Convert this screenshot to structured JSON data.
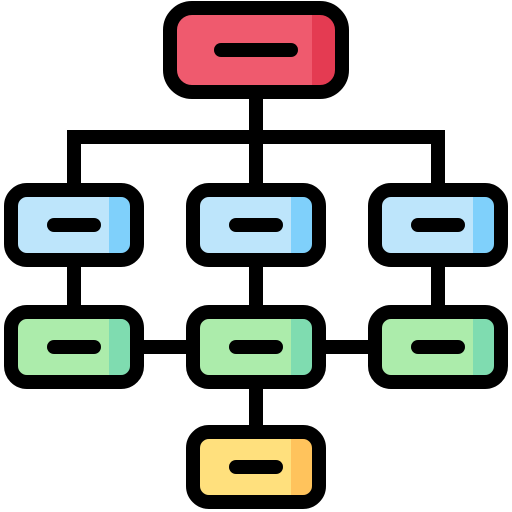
{
  "icon": {
    "name": "org-chart-icon",
    "stroke_color": "#000000",
    "colors": {
      "red": {
        "fill": "#ef5a6e",
        "shade": "#e43b52"
      },
      "blue": {
        "fill": "#bde5fb",
        "shade": "#7fd0fb"
      },
      "green": {
        "fill": "#acecab",
        "shade": "#7fdcb0"
      },
      "yellow": {
        "fill": "#ffe07d",
        "shade": "#ffc35c"
      }
    },
    "nodes": [
      {
        "id": "root",
        "level": 0,
        "color": "red"
      },
      {
        "id": "level1-left",
        "level": 1,
        "color": "blue"
      },
      {
        "id": "level1-center",
        "level": 1,
        "color": "blue"
      },
      {
        "id": "level1-right",
        "level": 1,
        "color": "blue"
      },
      {
        "id": "level2-left",
        "level": 2,
        "color": "green"
      },
      {
        "id": "level2-center",
        "level": 2,
        "color": "green"
      },
      {
        "id": "level2-right",
        "level": 2,
        "color": "green"
      },
      {
        "id": "level3-center",
        "level": 3,
        "color": "yellow"
      }
    ],
    "links": [
      [
        "root",
        "level1-left"
      ],
      [
        "root",
        "level1-center"
      ],
      [
        "root",
        "level1-right"
      ],
      [
        "level1-left",
        "level2-left"
      ],
      [
        "level1-center",
        "level2-center"
      ],
      [
        "level1-right",
        "level2-right"
      ],
      [
        "level2-left",
        "level2-center"
      ],
      [
        "level2-center",
        "level2-right"
      ],
      [
        "level2-center",
        "level3-center"
      ]
    ]
  }
}
